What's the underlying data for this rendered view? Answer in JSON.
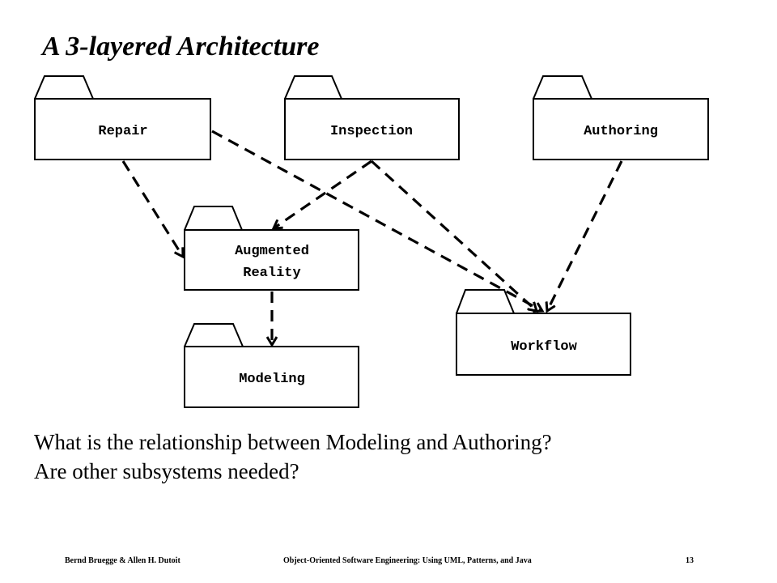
{
  "title": "A 3-layered Architecture",
  "packages": {
    "repair": "Repair",
    "inspection": "Inspection",
    "authoring": "Authoring",
    "augmented_reality": [
      "Augmented",
      "Reality"
    ],
    "workflow": "Workflow",
    "modeling": "Modeling"
  },
  "dependencies": [
    {
      "from": "Repair",
      "to": "Augmented Reality"
    },
    {
      "from": "Repair",
      "to": "Workflow"
    },
    {
      "from": "Inspection",
      "to": "Augmented Reality"
    },
    {
      "from": "Inspection",
      "to": "Workflow"
    },
    {
      "from": "Authoring",
      "to": "Workflow"
    },
    {
      "from": "Augmented Reality",
      "to": "Modeling"
    }
  ],
  "questions": [
    "What is the relationship between Modeling and Authoring?",
    "Are other subsystems needed?"
  ],
  "footer": {
    "authors": "Bernd Bruegge & Allen H. Dutoit",
    "book": "Object-Oriented Software Engineering: Using UML, Patterns, and Java",
    "page": "13"
  }
}
